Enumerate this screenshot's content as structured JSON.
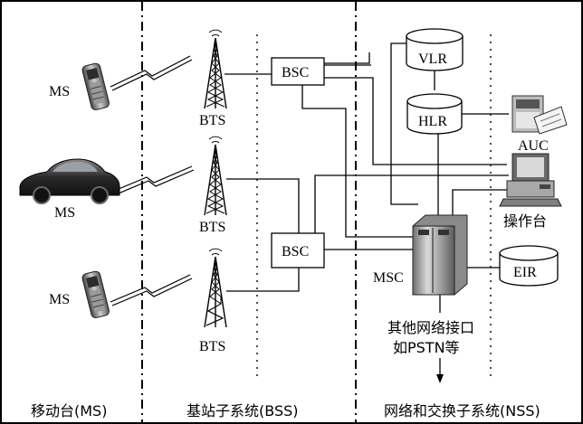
{
  "regions": {
    "ms": "移动台(MS)",
    "bss": "基站子系统(BSS)",
    "nss": "网络和交换子系统(NSS)"
  },
  "mobile_stations": [
    "MS",
    "MS",
    "MS"
  ],
  "base_stations": [
    "BTS",
    "BTS",
    "BTS"
  ],
  "controllers": [
    "BSC",
    "BSC"
  ],
  "core": {
    "vlr": "VLR",
    "hlr": "HLR",
    "auc": "AUC",
    "msc": "MSC",
    "eir": "EIR",
    "console": "操作台"
  },
  "external": {
    "line1": "其他网络接口",
    "line2": "如PSTN等"
  },
  "icons": [
    "phone-icon",
    "car-icon",
    "tower-icon",
    "database-icon",
    "server-icon",
    "computer-icon",
    "fax-icon"
  ]
}
